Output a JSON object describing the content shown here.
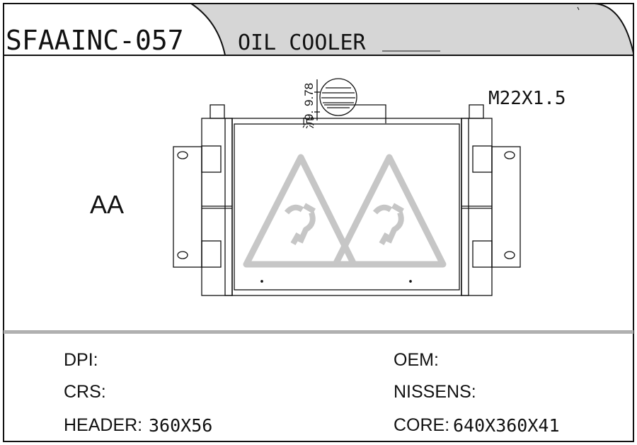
{
  "header": {
    "part_code": "SFAAINC-057",
    "part_name": "OIL COOLER"
  },
  "drawing": {
    "view_label": "AA",
    "thread_spec": "M22X1.5",
    "port_dimension_a": "9.78",
    "port_dimension_b": "9.",
    "port_dimension_prefix": "沉"
  },
  "info": {
    "dpi_label": "DPI:",
    "dpi_value": "",
    "oem_label": "OEM:",
    "oem_value": "",
    "crs_label": "CRS:",
    "crs_value": "",
    "nissens_label": "NISSENS:",
    "nissens_value": "",
    "header_label": "HEADER:",
    "header_value": "360X56",
    "core_label": "CORE:",
    "core_value": "640X360X41"
  },
  "colors": {
    "line": "#111111",
    "tab_fill": "#d6d6d6",
    "divider": "#b0b0b0",
    "watermark": "#bdbdbd"
  }
}
